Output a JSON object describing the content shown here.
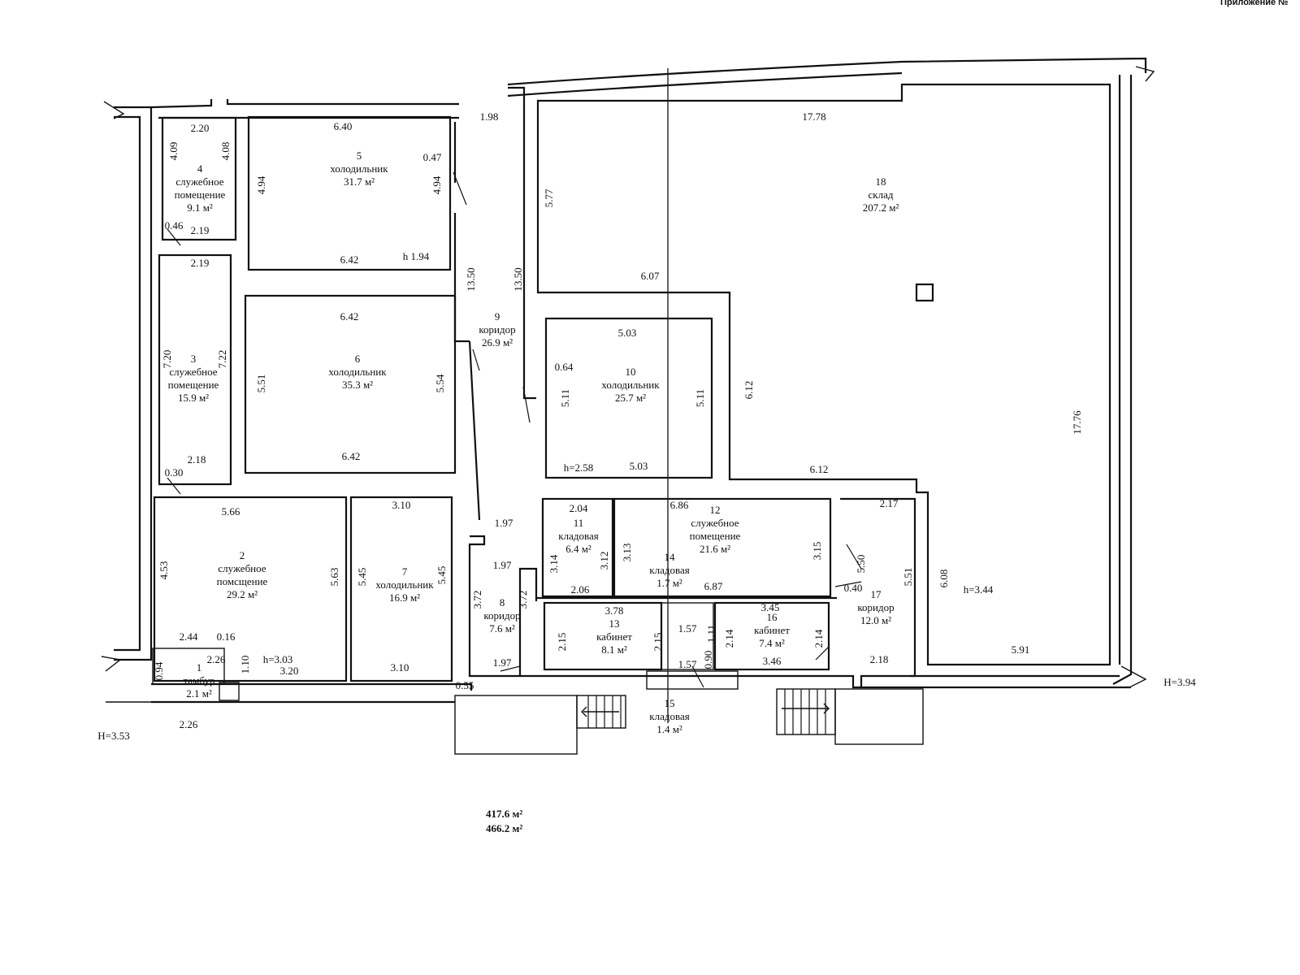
{
  "header": "Приложение №",
  "rooms": [
    {
      "id": "r1",
      "num": "1",
      "name": "тамбур",
      "area": "2.1 м²"
    },
    {
      "id": "r2",
      "num": "2",
      "name": "служебное помсщение",
      "area": "29.2 м²"
    },
    {
      "id": "r3",
      "num": "3",
      "name": "служебное помещение",
      "area": "15.9 м²"
    },
    {
      "id": "r4",
      "num": "4",
      "name": "служебное помещение",
      "area": "9.1 м²"
    },
    {
      "id": "r5",
      "num": "5",
      "name": "холодильник",
      "area": "31.7 м²"
    },
    {
      "id": "r6",
      "num": "6",
      "name": "холодильник",
      "area": "35.3 м²"
    },
    {
      "id": "r7",
      "num": "7",
      "name": "холодильник",
      "area": "16.9 м²"
    },
    {
      "id": "r8",
      "num": "8",
      "name": "коридор",
      "area": "7.6 м²"
    },
    {
      "id": "r9",
      "num": "9",
      "name": "коридор",
      "area": "26.9 м²"
    },
    {
      "id": "r10",
      "num": "10",
      "name": "холодильник",
      "area": "25.7 м²"
    },
    {
      "id": "r11",
      "num": "11",
      "name": "кладовая",
      "area": "6.4 м²"
    },
    {
      "id": "r12",
      "num": "12",
      "name": "служебное помещение",
      "area": "21.6 м²"
    },
    {
      "id": "r13",
      "num": "13",
      "name": "кабинет",
      "area": "8.1 м²"
    },
    {
      "id": "r14",
      "num": "14",
      "name": "кладовая",
      "area": "1.7 м²"
    },
    {
      "id": "r15",
      "num": "15",
      "name": "кладовая",
      "area": "1.4 м²"
    },
    {
      "id": "r16",
      "num": "16",
      "name": "кабинет",
      "area": "7.4 м²"
    },
    {
      "id": "r17",
      "num": "17",
      "name": "коридор",
      "area": "12.0 м²"
    },
    {
      "id": "r18",
      "num": "18",
      "name": "склад",
      "area": "207.2 м²"
    }
  ],
  "dimensions": [
    "2.20",
    "4.09",
    "4.08",
    "6.40",
    "0.47",
    "4.94",
    "4.94",
    "1.98",
    "17.78",
    "5.77",
    "13.50",
    "13.50",
    "0.46",
    "2.19",
    "2.19",
    "6.42",
    "h 1.94",
    "6.42",
    "7.20",
    "7.22",
    "5.51",
    "5.54",
    "6.07",
    "5.03",
    "0.64",
    "5.11",
    "5.11",
    "6.12",
    "17.76",
    "2.18",
    "0.30",
    "6.42",
    "h=2.58",
    "5.03",
    "6.12",
    "5.66",
    "3.10",
    "1.97",
    "2.04",
    "6.86",
    "2.17",
    "4.53",
    "5.63",
    "5.45",
    "5.45",
    "3.14",
    "3.12",
    "3.13",
    "3.15",
    "5.50",
    "5.51",
    "6.08",
    "h=3.44",
    "1.97",
    "3.72",
    "3.72",
    "2.06",
    "6.87",
    "0.40",
    "3.78",
    "3.45",
    "2.15",
    "2.15",
    "1.57",
    "1.11",
    "2.14",
    "2.14",
    "2.44",
    "0.16",
    "2.26",
    "0.94",
    "1.10",
    "h=3.03",
    "3.20",
    "3.10",
    "1.97",
    "0.90",
    "1.57",
    "3.46",
    "2.18",
    "5.91",
    "0.55",
    "2.26",
    "H=3.53",
    "H=3.94"
  ],
  "totals": {
    "area_main": "417.6 м²",
    "area_total": "466.2 м²"
  }
}
